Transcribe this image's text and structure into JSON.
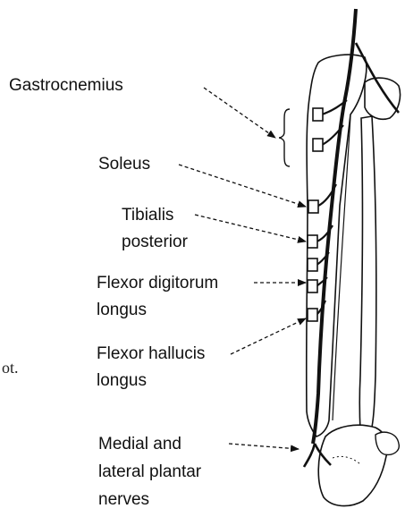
{
  "labels": {
    "gastrocnemius": "Gastrocnemius",
    "soleus": "Soleus",
    "tibialis_1": "Tibialis",
    "tibialis_2": "posterior",
    "fdl_1": "Flexor digitorum",
    "fdl_2": "longus",
    "fhl_1": "Flexor hallucis",
    "fhl_2": "longus",
    "plantar_1": "Medial and",
    "plantar_2": "lateral plantar",
    "plantar_3": "nerves"
  },
  "margin_fragment": "ot.",
  "colors": {
    "ink": "#111111",
    "background": "#ffffff"
  }
}
